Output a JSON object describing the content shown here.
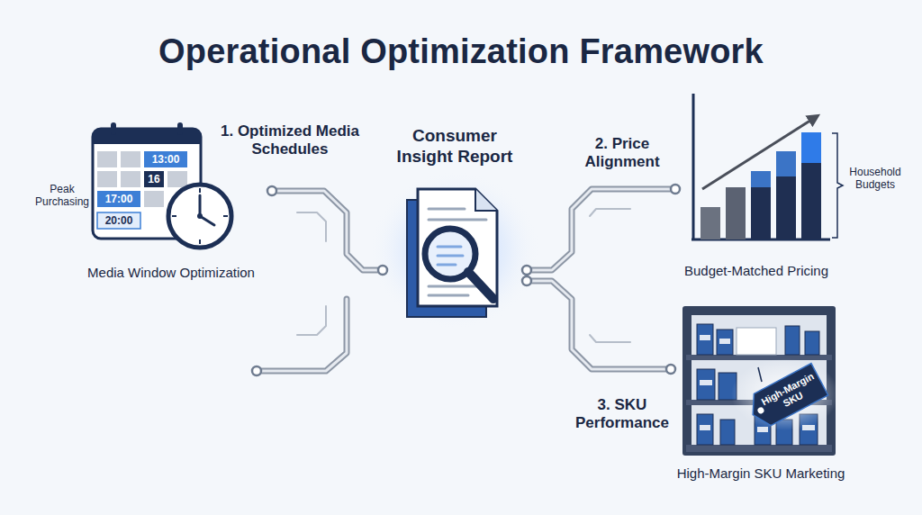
{
  "diagram": {
    "title": "Operational Optimization Framework",
    "nodes": [
      {
        "text": [
          "Media Window Optimization"
        ]
      },
      {
        "text": [
          "Consumer Insight Report"
        ]
      },
      {
        "text": [
          "Budget-Matched Pricing"
        ]
      },
      {
        "text": [
          "High-Margin SKU Marketing"
        ]
      }
    ],
    "edges": [
      {
        "from": 0,
        "to": 1,
        "label": "1. Optimized Media Schedules",
        "arrow": "none"
      },
      {
        "from": 1,
        "to": 2,
        "label": "2. Price Alignment",
        "arrow": "none"
      },
      {
        "from": 1,
        "to": 3,
        "label": "3. SKU Performance",
        "arrow": "none"
      }
    ],
    "labels": [
      "Peak Purchasing",
      "13:00",
      "16",
      "17:00",
      "20:00",
      "Household Budgets",
      "High-Margin SKU"
    ]
  }
}
